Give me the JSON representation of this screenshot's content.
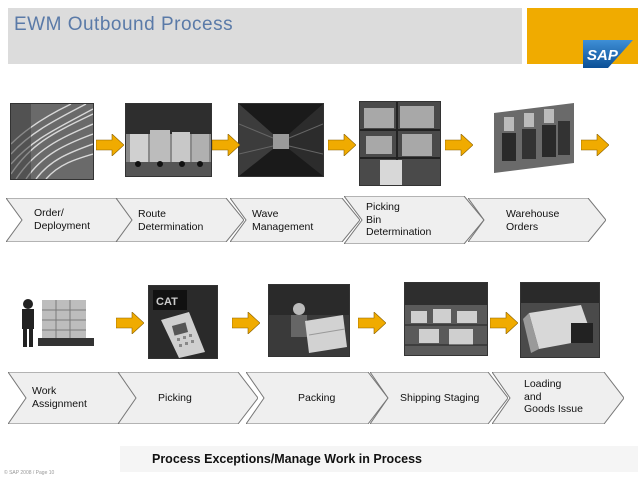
{
  "header": {
    "title": "EWM Outbound Process"
  },
  "logo": {
    "text": "SAP",
    "brand_color": "#0a5ea8",
    "accent_color": "#f0ab00"
  },
  "colors": {
    "arrow_fill": "#f0ab00",
    "chevron_fill": "#efefef",
    "chevron_stroke": "#777777"
  },
  "rows": [
    {
      "steps": [
        {
          "label": "Order/\nDeployment",
          "photo": "cables-photo"
        },
        {
          "label": "Route\nDetermination",
          "photo": "trucks-photo"
        },
        {
          "label": "Wave\nManagement",
          "photo": "warehouse-aisle-photo"
        },
        {
          "label": "Picking\nBin\nDetermination",
          "photo": "pallet-rack-photo"
        },
        {
          "label": "Warehouse\nOrders",
          "photo": "forklifts-photo"
        }
      ]
    },
    {
      "steps": [
        {
          "label": "Work\nAssignment",
          "photo": "worker-handtruck-photo"
        },
        {
          "label": "Picking",
          "photo": "handheld-scanner-photo"
        },
        {
          "label": "Packing",
          "photo": "packing-worker-photo"
        },
        {
          "label": "Shipping Staging",
          "photo": "staging-area-photo"
        },
        {
          "label": "Loading\nand\nGoods Issue",
          "photo": "loading-dock-photo"
        }
      ]
    }
  ],
  "footer": {
    "banner": "Process Exceptions/Manage Work in Process",
    "copyright": "© SAP 2008 / Page 10"
  }
}
